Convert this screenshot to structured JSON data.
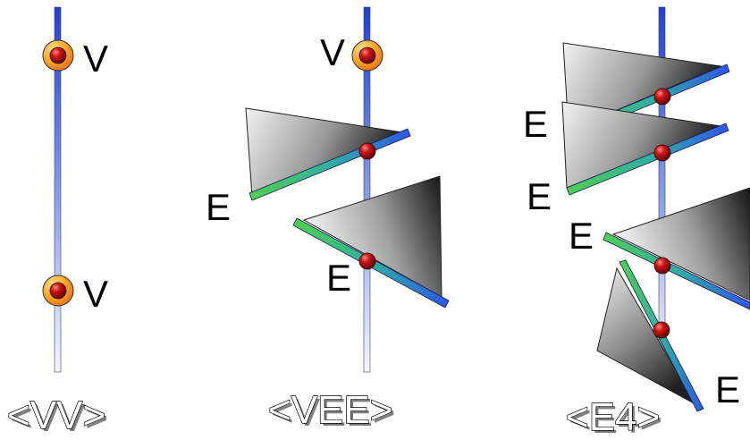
{
  "panels": [
    {
      "caption": "<VV>",
      "labels": {
        "v_top": "V",
        "v_bottom": "V"
      }
    },
    {
      "caption": "<VEE>",
      "labels": {
        "v_top": "V",
        "e_upper": "E",
        "e_lower": "E"
      }
    },
    {
      "caption": "<E4>",
      "labels": {
        "e1": "E",
        "e2": "E",
        "e3": "E",
        "e4": "E"
      }
    }
  ],
  "colors": {
    "line_top": "#1f3fdc",
    "line_bottom": "#f4f4ff",
    "edge_green": "#3cc43c",
    "edge_blue": "#2f55e8",
    "sphere_red": "#c81414",
    "vertex_ring_orange": "#f5a020"
  }
}
